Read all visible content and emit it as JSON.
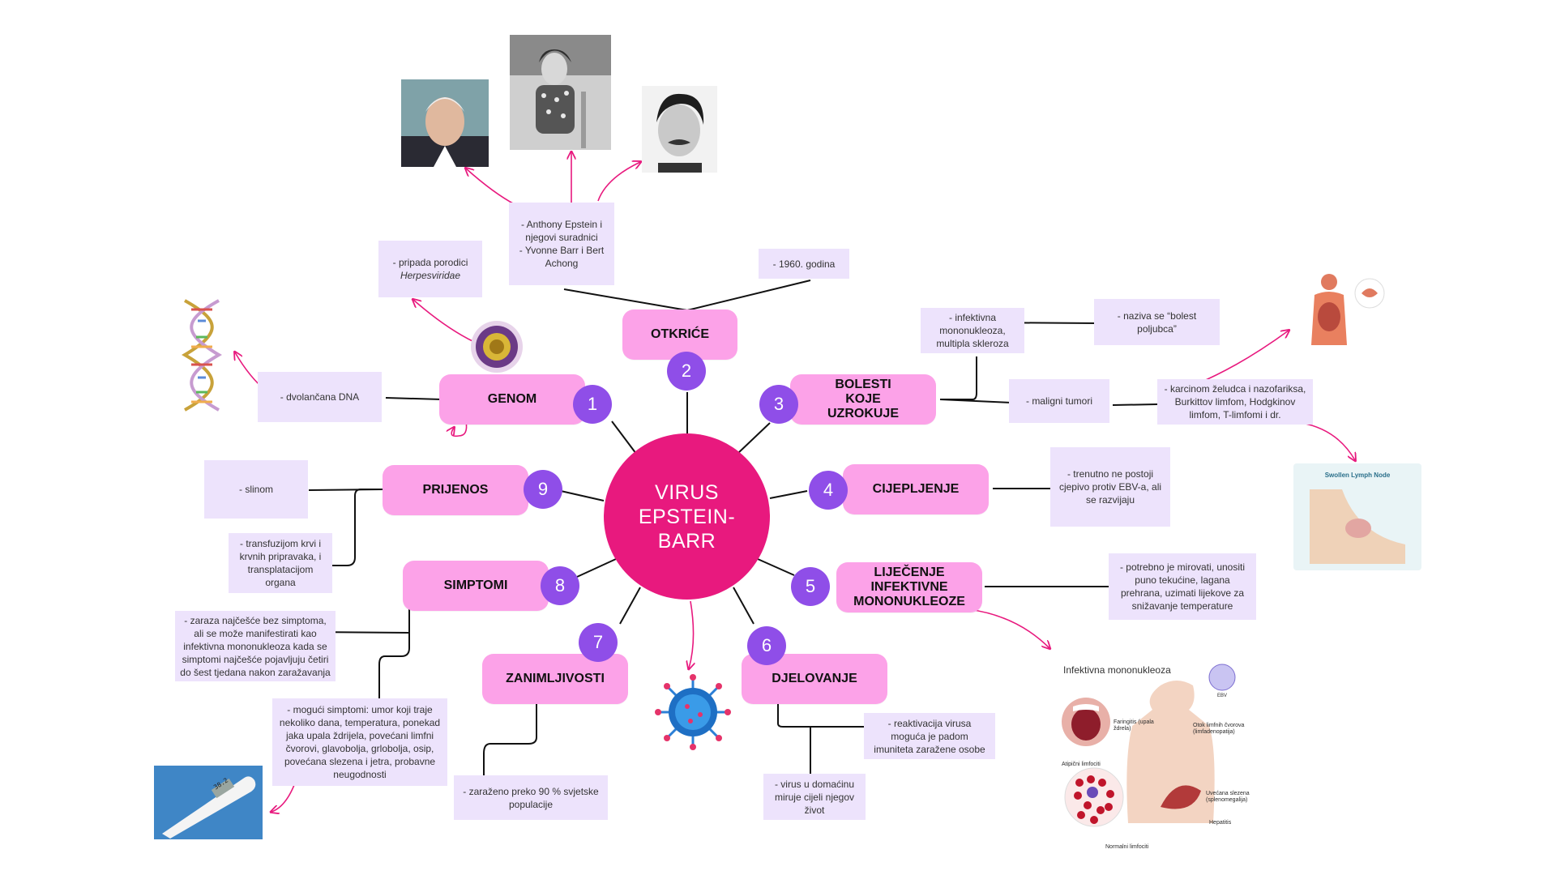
{
  "center": {
    "label": "VIRUS EPSTEIN-BARR"
  },
  "topics": [
    {
      "key": "genom",
      "number": "1",
      "label": "GENOM"
    },
    {
      "key": "otkrice",
      "number": "2",
      "label": "OTKRIĆE"
    },
    {
      "key": "bolesti",
      "number": "3",
      "label": "BOLESTI KOJE UZROKUJE"
    },
    {
      "key": "cijepljenje",
      "number": "4",
      "label": "CIJEPLJENJE"
    },
    {
      "key": "lijecenje",
      "number": "5",
      "label": "LIJEČENJE INFEKTIVNE MONONUKLEOZE"
    },
    {
      "key": "djelovanje",
      "number": "6",
      "label": "DJELOVANJE"
    },
    {
      "key": "zanimljivosti",
      "number": "7",
      "label": "ZANIMLJIVOSTI"
    },
    {
      "key": "simptomi",
      "number": "8",
      "label": "SIMPTOMI"
    },
    {
      "key": "prijenos",
      "number": "9",
      "label": "PRIJENOS"
    }
  ],
  "notes": {
    "dna": "- dvolančana DNA",
    "family_prefix": "- pripada porodici",
    "family_name": "Herpesviridae",
    "discoverers": "- Anthony Epstein i njegovi suradnici\n- Yvonne Barr i Bert Achong",
    "year": "- 1960. godina",
    "diseases": "- infektivna mononukleoza, multipla skleroza",
    "kissing": "- naziva se “bolest poljubca”",
    "malignant": "- maligni tumori",
    "cancers": "- karcinom želudca i nazofariksa, Burkittov limfom, Hodgkinov limfom, T-limfomi i dr.",
    "vaccine": "- trenutno ne postoji cjepivo protiv EBV-a, ali se razvijaju",
    "treatment": "- potrebno je mirovati, unositi puno tekućine, lagana prehrana, uzimati lijekove za snižavanje temperature",
    "reactivation": "- reaktivacija virusa moguća je padom imuniteta zaražene osobe",
    "dormant": "- virus u domaćinu miruje cijeli njegov život",
    "infected": "- zaraženo preko 90 % svjetske populacije",
    "asymptomatic": "- zaraza najčešće bez simptoma, ali se može manifestirati kao infektivna mononukleoza kada se simptomi najčešće pojavljuju četiri do šest tjedana nakon zaražavanja",
    "symptoms": "- mogući simptomi: umor koji traje nekoliko dana, temperatura, ponekad jaka upala ždrijela, povećani limfni čvorovi, glavobolja, grlobolja, osip, povećana slezena i jetra, probavne neugodnosti",
    "saliva": "- slinom",
    "transfusion": "- transfuzijom krvi i krvnih pripravaka, i transplatacijom organa"
  },
  "images": {
    "lymph_title": "Swollen Lymph Node",
    "mono_title": "Infektivna mononukleoza",
    "mono_ebv": "EBV",
    "mono_faringitis": "Faringitis (upala ždrela)",
    "mono_nodes": "Otok limfnih čvorova (limfadenopatija)",
    "mono_atypical": "Atipični limfociti",
    "mono_spleen": "Uvećana slezena (splenomegalija)",
    "mono_hepatitis": "Hepatitis",
    "mono_normal": "Normalni limfociti",
    "thermo_reading": "38.2"
  },
  "colors": {
    "center": "#e8197e",
    "topic": "#fca2e8",
    "number": "#8f4ee8",
    "note": "#ede3fc",
    "arrow": "#e8197e"
  }
}
